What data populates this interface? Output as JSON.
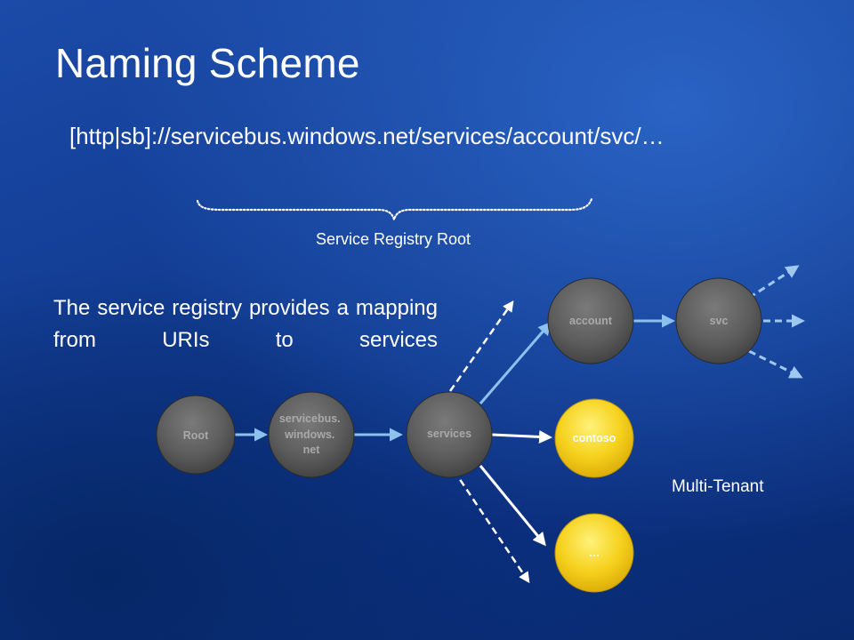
{
  "slide": {
    "title": "Naming Scheme",
    "url_pattern": "[http|sb]://servicebus.windows.net/services/account/svc/…",
    "registry_root_label": "Service Registry Root",
    "description": "The service registry provides a mapping from URIs to services",
    "multi_tenant_label": "Multi-Tenant"
  },
  "nodes": {
    "root": [
      "Root"
    ],
    "servicebus": [
      "servicebus.",
      "windows.",
      "net"
    ],
    "services": [
      "services"
    ],
    "account": [
      "account"
    ],
    "svc": [
      "svc"
    ],
    "contoso": [
      "contoso"
    ],
    "ellipsis": [
      "…"
    ]
  },
  "colors": {
    "grey_node": "#5d5d5d",
    "gold_node": "#f2cf1e",
    "arrow_blue": "#8ec0ee",
    "arrow_white": "#ffffff",
    "brace": "#ffffff"
  }
}
